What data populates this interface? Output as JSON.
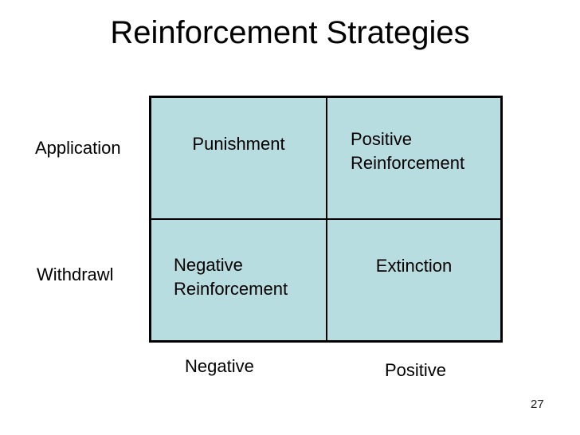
{
  "slide": {
    "title": "Reinforcement Strategies",
    "page_number": "27"
  },
  "matrix": {
    "type": "table",
    "description": "2x2 quadrant matrix of reinforcement strategies",
    "row_labels": [
      "Application",
      "Withdrawl"
    ],
    "col_labels": [
      "Negative",
      "Positive"
    ],
    "cells": [
      {
        "row": "Application",
        "col": "Negative",
        "lines": [
          "Punishment"
        ]
      },
      {
        "row": "Application",
        "col": "Positive",
        "lines": [
          "Positive",
          "Reinforcement"
        ]
      },
      {
        "row": "Withdrawl",
        "col": "Negative",
        "lines": [
          "Negative",
          "Reinforcement"
        ]
      },
      {
        "row": "Withdrawl",
        "col": "Positive",
        "lines": [
          "Extinction"
        ]
      }
    ],
    "colors": {
      "cell_fill": "#b8dde0",
      "border": "#000000",
      "text": "#000000"
    }
  }
}
